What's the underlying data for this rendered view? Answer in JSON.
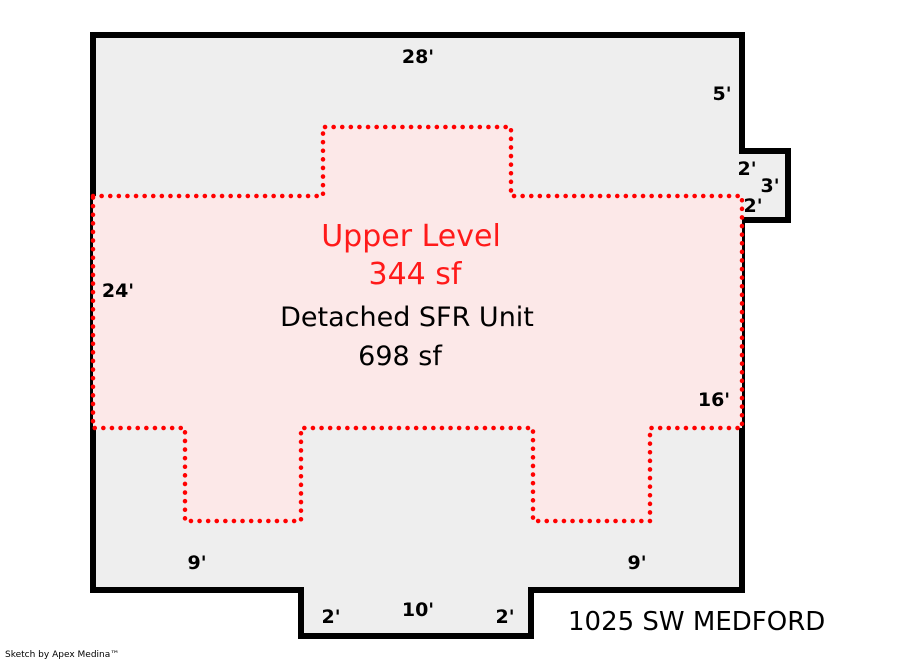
{
  "colors": {
    "outer_fill": "#eeeeee",
    "outer_stroke": "#000000",
    "upper_fill": "#fce8e8",
    "upper_stroke": "#ff0000",
    "upper_text": "#ff1a1a"
  },
  "upper_level": {
    "name": "Upper Level",
    "area": "344 sf"
  },
  "main_unit": {
    "name": "Detached SFR Unit",
    "area": "698 sf"
  },
  "dimensions": {
    "top": "28'",
    "right_upper": "5'",
    "bump_top": "2'",
    "bump_side": "3'",
    "bump_bottom": "2'",
    "left": "24'",
    "right_lower": "16'",
    "bottom_left": "9'",
    "bottom_right": "9'",
    "notch_left": "2'",
    "notch_bottom": "10'",
    "notch_right": "2'"
  },
  "address": "1025 SW MEDFORD",
  "credit": "Sketch by Apex Medina™"
}
